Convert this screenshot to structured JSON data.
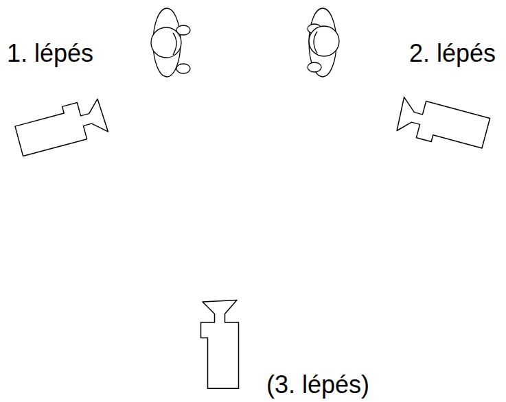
{
  "diagram": {
    "labels": [
      "1. lépés",
      "2. lépés",
      "(3. lépés)"
    ]
  }
}
